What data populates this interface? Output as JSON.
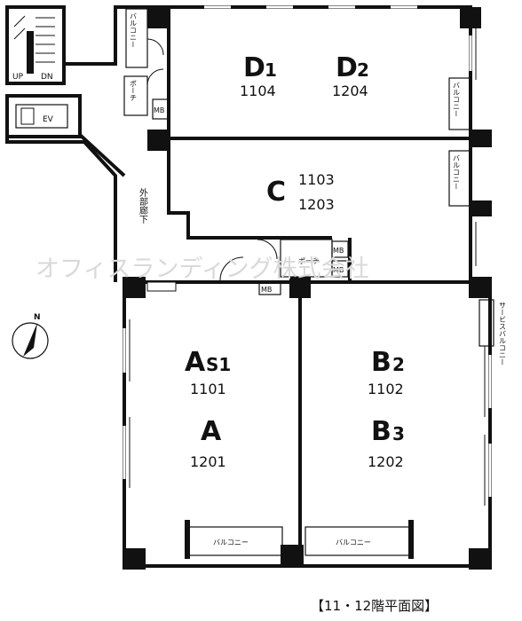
{
  "caption": "【11・12階平面図】",
  "watermark": "オフィスランディング株式会社",
  "units": {
    "d1": {
      "letter": "D",
      "sub": "1",
      "number": "1104"
    },
    "d2": {
      "letter": "D",
      "sub": "2",
      "number": "1204"
    },
    "c": {
      "letter": "C",
      "number1": "1103",
      "number2": "1203"
    },
    "as1": {
      "letter": "A",
      "sub": "S1",
      "number": "1101"
    },
    "a": {
      "letter": "A",
      "number": "1201"
    },
    "b2": {
      "letter": "B",
      "sub": "2",
      "number": "1102"
    },
    "b3": {
      "letter": "B",
      "sub": "3",
      "number": "1202"
    }
  },
  "labels": {
    "ev": "EV",
    "up": "UP",
    "dn": "DN",
    "mb": "MB",
    "porch": "ポーチ",
    "balcony": "バルコニー",
    "balcony_short": "バルコニー",
    "outer_corridor": "外部廊下",
    "service_balcony": "サービスバルコニー",
    "north": "N"
  }
}
